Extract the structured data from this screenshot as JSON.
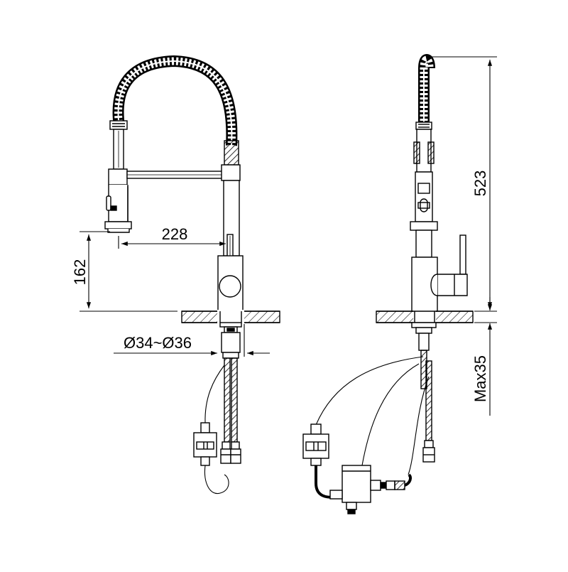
{
  "colors": {
    "line": "#000000",
    "background": "#ffffff",
    "hatch": "#000000"
  },
  "dimensions": {
    "spout_reach": "228",
    "spout_height": "162",
    "hole_diameter": "Ø34~Ø36",
    "total_height": "523",
    "max_counter_thickness": "Max35"
  }
}
